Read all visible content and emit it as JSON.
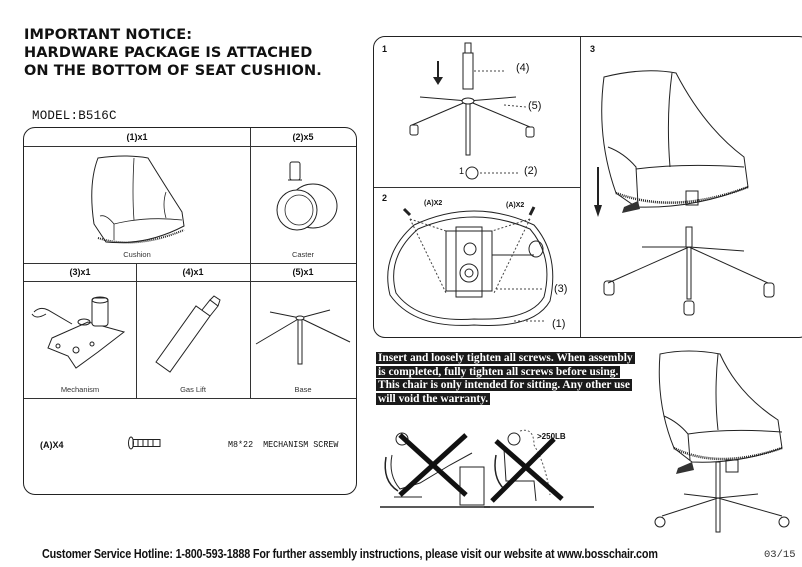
{
  "notice": {
    "line1": "IMPORTANT NOTICE:",
    "line2": "HARDWARE PACKAGE IS ATTACHED",
    "line3": "ON THE BOTTOM OF SEAT CUSHION."
  },
  "model": "MODEL:B516C",
  "parts_list": [
    {
      "id": "1",
      "qty_label": "(1)x1",
      "name": "Cushion",
      "icon": "seat-cushion-icon"
    },
    {
      "id": "2",
      "qty_label": "(2)x5",
      "name": "Caster",
      "icon": "caster-wheel-icon"
    },
    {
      "id": "3",
      "qty_label": "(3)x1",
      "name": "Mechanism",
      "icon": "mechanism-plate-icon"
    },
    {
      "id": "4",
      "qty_label": "(4)x1",
      "name": "Gas Lift",
      "icon": "gas-lift-cylinder-icon"
    },
    {
      "id": "5",
      "qty_label": "(5)x1",
      "name": "Base",
      "icon": "star-base-icon"
    }
  ],
  "hardware": {
    "qty_label": "(A)X4",
    "icon": "screw-icon",
    "description": "M8*22  MECHANISM SCREW"
  },
  "steps": [
    {
      "number": "1",
      "callouts": [
        "(4)",
        "(5)",
        "(2)"
      ],
      "insert_label": "1"
    },
    {
      "number": "2",
      "callouts": [
        "(A)X2",
        "(A)X2",
        "(3)",
        "(1)"
      ]
    },
    {
      "number": "3"
    }
  ],
  "warning": {
    "lines": [
      "Insert and loosely tighten all screws. When assembly",
      "is completed, fully tighten all screws before using.",
      "This chair is only intended for sitting. Any other use",
      "will void the warranty."
    ]
  },
  "misuse": {
    "weight_limit": ">250LB",
    "icons": [
      "no-feet-up-tilt-icon",
      "no-overweight-icon"
    ]
  },
  "footer": {
    "text": "Customer Service Hotline: 1-800-593-1888  For further assembly instructions,  please visit our website at www.bosschair.com",
    "page": "03/15"
  }
}
